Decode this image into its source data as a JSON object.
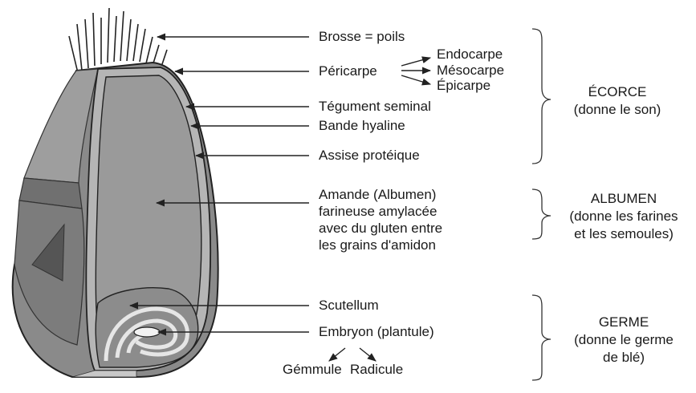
{
  "labels": {
    "brosse": "Brosse = poils",
    "pericarpe": "Péricarpe",
    "endocarpe": "Endocarpe",
    "mesocarpe": "Mésocarpe",
    "epicarpe": "Épicarpe",
    "tegument": "Tégument seminal",
    "bande": "Bande hyaline",
    "assise": "Assise protéique",
    "amande": [
      "Amande (Albumen)",
      "farineuse amylacée",
      "avec du gluten entre",
      "les grains d'amidon"
    ],
    "scutellum": "Scutellum",
    "embryon": "Embryon (plantule)",
    "gemmule": "Gémmule",
    "radicule": "Radicule"
  },
  "groups": {
    "ecorce": [
      "ÉCORCE",
      "(donne le son)"
    ],
    "albumen": [
      "ALBUMEN",
      "(donne les farines",
      "et les semoules)"
    ],
    "germe": [
      "GERME",
      "(donne le germe",
      "de blé)"
    ]
  }
}
